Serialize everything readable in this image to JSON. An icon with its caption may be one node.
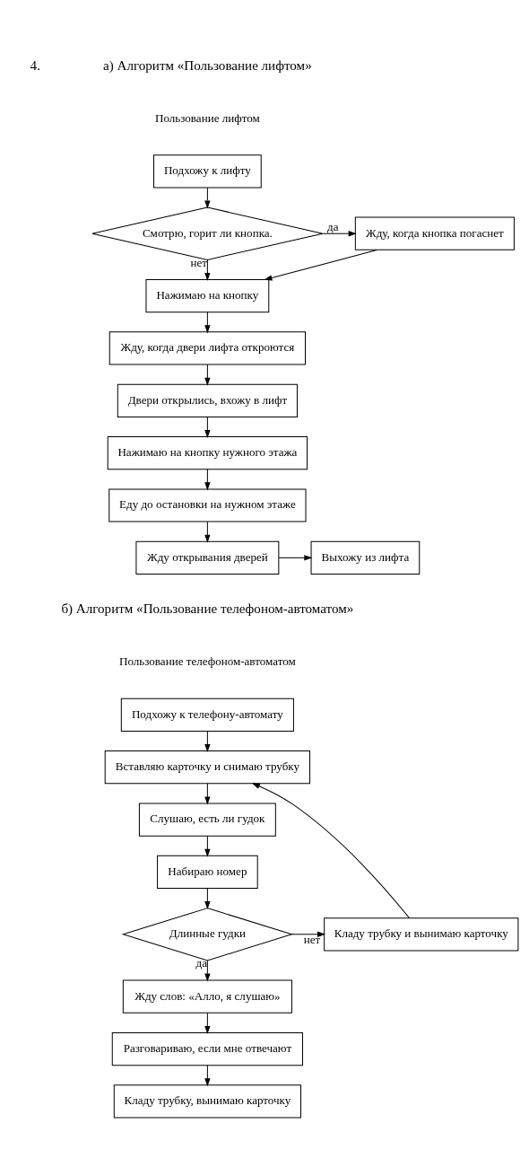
{
  "diagram": {
    "nodes": [
      {
        "text": [
          "Подхожу к лифту"
        ]
      },
      {
        "text": [
          "Смотрю, горит ли кнопка."
        ]
      },
      {
        "text": [
          "Жду, когда кнопка погаснет"
        ]
      },
      {
        "text": [
          "Нажимаю на кнопку"
        ]
      },
      {
        "text": [
          "Жду, когда двери лифта откроются"
        ]
      },
      {
        "text": [
          "Двери открылись, вхожу в лифт"
        ]
      },
      {
        "text": [
          "Нажимаю на кнопку нужного этажа"
        ]
      },
      {
        "text": [
          "Еду до остановки на нужном этаже"
        ]
      },
      {
        "text": [
          "Жду открывания дверей"
        ]
      },
      {
        "text": [
          "Выхожу из лифта"
        ]
      },
      {
        "text": [
          "Подхожу к телефону-автомату"
        ]
      },
      {
        "text": [
          "Вставляю карточку и снимаю трубку"
        ]
      },
      {
        "text": [
          "Слушаю, есть ли гудок"
        ]
      },
      {
        "text": [
          "Набираю номер"
        ]
      },
      {
        "text": [
          "Длинные гудки"
        ]
      },
      {
        "text": [
          "Кладу трубку и вынимаю карточку"
        ]
      },
      {
        "text": [
          "Жду слов: «Алло, я слушаю»"
        ]
      },
      {
        "text": [
          "Разговариваю, если мне отвечают"
        ]
      },
      {
        "text": [
          "Кладу трубку, вынимаю карточку"
        ]
      }
    ],
    "edges": [
      {
        "from": 0,
        "to": 1,
        "arrow": "to"
      },
      {
        "from": 1,
        "to": 2,
        "arrow": "to",
        "label": "да"
      },
      {
        "from": 2,
        "to": 3,
        "arrow": "to"
      },
      {
        "from": 1,
        "to": 3,
        "arrow": "to",
        "label": "нет"
      },
      {
        "from": 3,
        "to": 4,
        "arrow": "to"
      },
      {
        "from": 4,
        "to": 5,
        "arrow": "to"
      },
      {
        "from": 5,
        "to": 6,
        "arrow": "to"
      },
      {
        "from": 6,
        "to": 7,
        "arrow": "to"
      },
      {
        "from": 7,
        "to": 8,
        "arrow": "to"
      },
      {
        "from": 8,
        "to": 9,
        "arrow": "to"
      },
      {
        "from": 10,
        "to": 11,
        "arrow": "to"
      },
      {
        "from": 11,
        "to": 12,
        "arrow": "to"
      },
      {
        "from": 12,
        "to": 13,
        "arrow": "to"
      },
      {
        "from": 13,
        "to": 14,
        "arrow": "to"
      },
      {
        "from": 14,
        "to": 15,
        "arrow": "to",
        "label": "нет"
      },
      {
        "from": 15,
        "to": 11,
        "arrow": "to"
      },
      {
        "from": 14,
        "to": 16,
        "arrow": "to",
        "label": "да"
      },
      {
        "from": 16,
        "to": 17,
        "arrow": "to"
      },
      {
        "from": 17,
        "to": 18,
        "arrow": "to"
      }
    ],
    "labels": [
      "4.",
      "а) Алгоритм «Пользование лифтом»",
      "Пользование лифтом",
      "б) Алгоритм «Пользование телефоном-автоматом»",
      "Пользование телефоном-автоматом"
    ]
  }
}
